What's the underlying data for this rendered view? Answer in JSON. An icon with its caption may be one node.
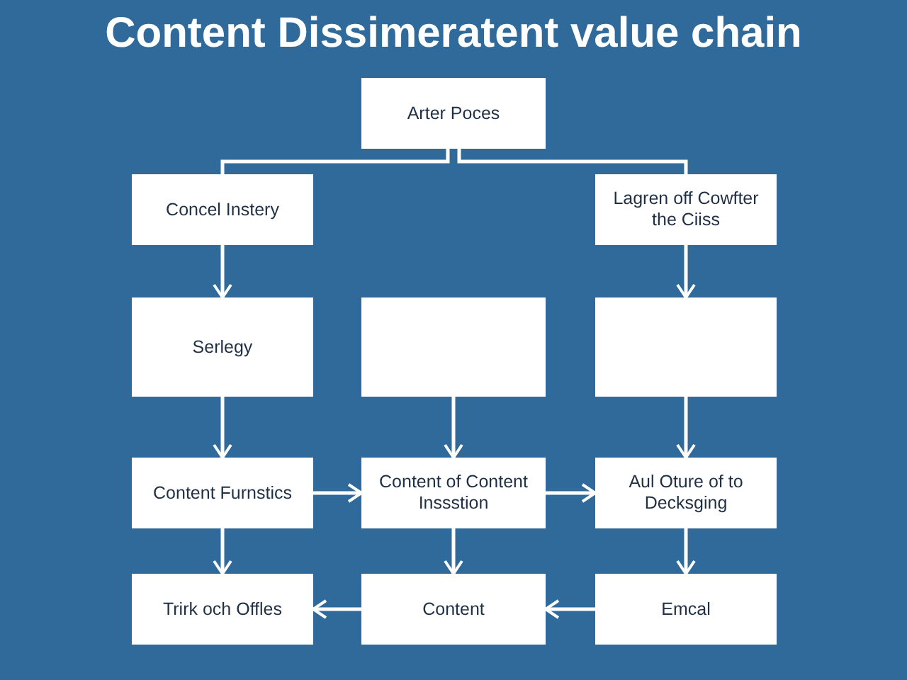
{
  "diagram": {
    "title": "Content Dissimeratent value chain",
    "nodes": [
      {
        "text": [
          "Arter Poces"
        ]
      },
      {
        "text": [
          "Concel Instery"
        ]
      },
      {
        "text": [
          "Lagren off Cowfter the Ciiss"
        ]
      },
      {
        "text": [
          "Serlegy"
        ]
      },
      {
        "text": [],
        "shape": "box"
      },
      {
        "text": [],
        "shape": "box"
      },
      {
        "text": [
          "Content Furnstics"
        ]
      },
      {
        "text": [
          "Content of Content Inssstion"
        ]
      },
      {
        "text": [
          "Aul Oture of to Decksging"
        ]
      },
      {
        "text": [
          "Trirk och Offles"
        ]
      },
      {
        "text": [
          "Content"
        ]
      },
      {
        "text": [
          "Emcal"
        ]
      }
    ],
    "edges": [
      {
        "from": 0,
        "to": 1,
        "arrow": "none"
      },
      {
        "from": 0,
        "to": 2,
        "arrow": "none"
      },
      {
        "from": 1,
        "to": 3,
        "arrow": "to"
      },
      {
        "from": 2,
        "to": 5,
        "arrow": "to"
      },
      {
        "from": 3,
        "to": 6,
        "arrow": "to"
      },
      {
        "from": 4,
        "to": 7,
        "arrow": "to"
      },
      {
        "from": 5,
        "to": 8,
        "arrow": "to"
      },
      {
        "from": 6,
        "to": 7,
        "arrow": "to"
      },
      {
        "from": 7,
        "to": 8,
        "arrow": "to"
      },
      {
        "from": 6,
        "to": 9,
        "arrow": "to"
      },
      {
        "from": 7,
        "to": 10,
        "arrow": "to"
      },
      {
        "from": 8,
        "to": 11,
        "arrow": "to"
      },
      {
        "from": 11,
        "to": 10,
        "arrow": "to"
      },
      {
        "from": 10,
        "to": 9,
        "arrow": "to"
      }
    ]
  }
}
